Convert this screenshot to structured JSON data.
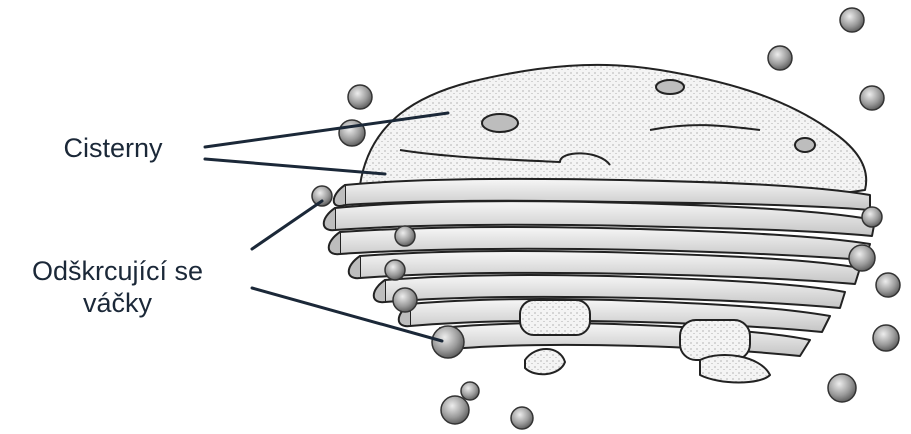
{
  "labels": {
    "cisterny": "Cisterny",
    "vesicles_line1": "Odškrcující se",
    "vesicles_line2": "váčky"
  },
  "colors": {
    "leader_line": "#1b2838",
    "text": "#1b2838",
    "organelle_outline": "#222222",
    "organelle_fill": "#f4f4f4",
    "organelle_shade": "#a9a9a9"
  },
  "icons": {
    "organelle": "golgi-apparatus-drawing",
    "vesicle": "vesicle-sphere"
  }
}
